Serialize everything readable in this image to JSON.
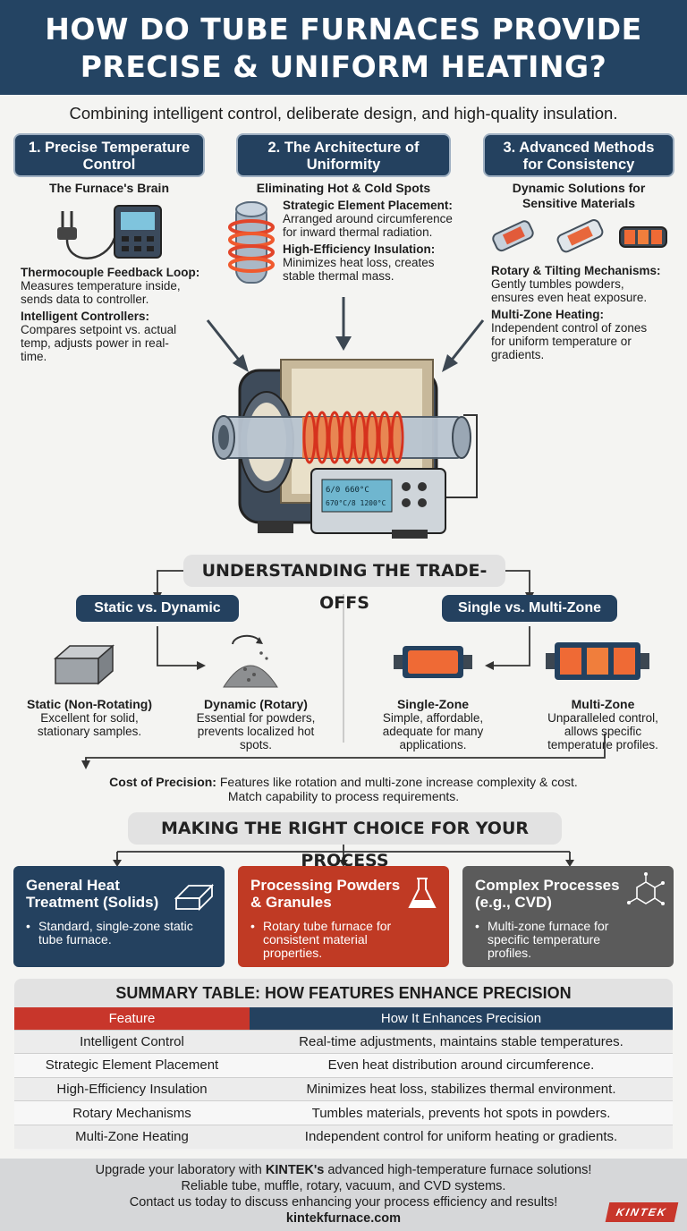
{
  "header": {
    "line1": "HOW DO TUBE FURNACES PROVIDE",
    "line2": "PRECISE & UNIFORM HEATING?"
  },
  "subtitle": "Combining intelligent control, deliberate design, and high-quality insulation.",
  "columns": [
    {
      "title_l1": "1. Precise Temperature",
      "title_l2": "Control",
      "subtitle": "The Furnace's Brain",
      "items": [
        {
          "label": "Thermocouple Feedback Loop:",
          "lines": [
            "Measures temperature inside,",
            "sends data to controller."
          ]
        },
        {
          "label": "Intelligent Controllers:",
          "lines": [
            "Compares setpoint vs. actual",
            "temp, adjusts power in real-",
            "time."
          ]
        }
      ]
    },
    {
      "title_l1": "2. The Architecture of",
      "title_l2": "Uniformity",
      "subtitle": "Eliminating Hot & Cold Spots",
      "items": [
        {
          "label": "Strategic Element Placement:",
          "lines": [
            "Arranged around circumference",
            "for inward thermal radiation."
          ]
        },
        {
          "label": "High-Efficiency Insulation:",
          "lines": [
            "Minimizes heat loss, creates",
            "stable thermal mass."
          ]
        }
      ]
    },
    {
      "title_l1": "3. Advanced Methods",
      "title_l2": "for Consistency",
      "subtitle_l1": "Dynamic Solutions for",
      "subtitle_l2": "Sensitive Materials",
      "items": [
        {
          "label": "Rotary & Tilting Mechanisms:",
          "lines": [
            "Gently tumbles powders,",
            "ensures even heat exposure."
          ]
        },
        {
          "label": "Multi-Zone Heating:",
          "lines": [
            "Independent control of zones",
            "for uniform temperature or",
            "gradients."
          ]
        }
      ]
    }
  ],
  "furnace_display": {
    "line1": "6/0  660°C",
    "line2": "670°C/8   1200°C"
  },
  "tradeoffs": {
    "title": "UNDERSTANDING THE TRADE-OFFS",
    "left_pill": "Static vs. Dynamic",
    "right_pill": "Single vs. Multi-Zone",
    "options": [
      {
        "title": "Static (Non-Rotating)",
        "lines": [
          "Excellent for solid,",
          "stationary samples."
        ]
      },
      {
        "title": "Dynamic (Rotary)",
        "lines": [
          "Essential for powders,",
          "prevents localized hot",
          "spots."
        ]
      },
      {
        "title": "Single-Zone",
        "lines": [
          "Simple, affordable,",
          "adequate for many",
          "applications."
        ]
      },
      {
        "title": "Multi-Zone",
        "lines": [
          "Unparalleled control,",
          "allows specific",
          "temperature profiles."
        ]
      }
    ],
    "cost_label": "Cost of Precision:",
    "cost_text": " Features like rotation and multi-zone increase complexity & cost.",
    "cost_text2": "Match capability to process requirements."
  },
  "choice": {
    "title": "MAKING THE RIGHT CHOICE FOR YOUR PROCESS",
    "cards": [
      {
        "title_l1": "General Heat",
        "title_l2": "Treatment (Solids)",
        "lines": [
          "Standard, single-zone static",
          "tube furnace."
        ],
        "color": "#24415f"
      },
      {
        "title_l1": "Processing Powders",
        "title_l2": "& Granules",
        "lines": [
          "Rotary tube furnace for",
          "consistent material",
          "properties."
        ],
        "color": "#c03a24"
      },
      {
        "title_l1": "Complex Processes",
        "title_l2": "(e.g., CVD)",
        "lines": [
          "Multi-zone furnace for",
          "specific temperature",
          "profiles."
        ],
        "color": "#5b5b5b"
      }
    ]
  },
  "summary": {
    "title": "SUMMARY TABLE: HOW FEATURES ENHANCE PRECISION",
    "headers": [
      "Feature",
      "How It Enhances Precision"
    ],
    "header_colors": [
      "#c8362b",
      "#24415f"
    ],
    "rows": [
      [
        "Intelligent Control",
        "Real-time adjustments, maintains stable temperatures."
      ],
      [
        "Strategic Element Placement",
        "Even heat distribution around circumference."
      ],
      [
        "High-Efficiency Insulation",
        "Minimizes heat loss, stabilizes thermal environment."
      ],
      [
        "Rotary Mechanisms",
        "Tumbles materials, prevents hot spots in powders."
      ],
      [
        "Multi-Zone Heating",
        "Independent control for uniform heating or gradients."
      ]
    ]
  },
  "footer": {
    "line1_a": "Upgrade your laboratory with ",
    "line1_b": "KINTEK's",
    "line1_c": " advanced high-temperature furnace solutions!",
    "line2": "Reliable tube, muffle, rotary, vacuum, and CVD systems.",
    "line3": "Contact us today to discuss enhancing your process efficiency and results!",
    "line4": "kintekfurnace.com",
    "logo": "KINTEK"
  }
}
